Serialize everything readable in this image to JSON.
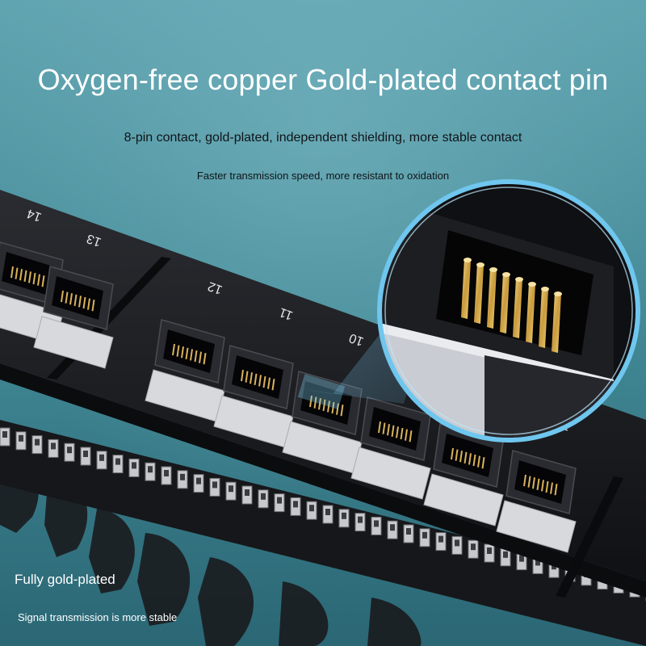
{
  "headline": "Oxygen-free copper Gold-plated contact pin",
  "subline_1": "8-pin contact, gold-plated, independent shielding, more stable contact",
  "subline_2": "Faster transmission speed, more resistant to oxidation",
  "feature": {
    "title": "Fully gold-plated",
    "description": "Signal transmission is more stable"
  },
  "port_labels": [
    "14",
    "13",
    "12",
    "11",
    "10",
    "7"
  ],
  "colors": {
    "background_top": "#5fa3b0",
    "background_bottom": "#2b6775",
    "panel": "#141518",
    "gold": "#d9b25a",
    "magnifier_ring": "#6fc6ee"
  }
}
